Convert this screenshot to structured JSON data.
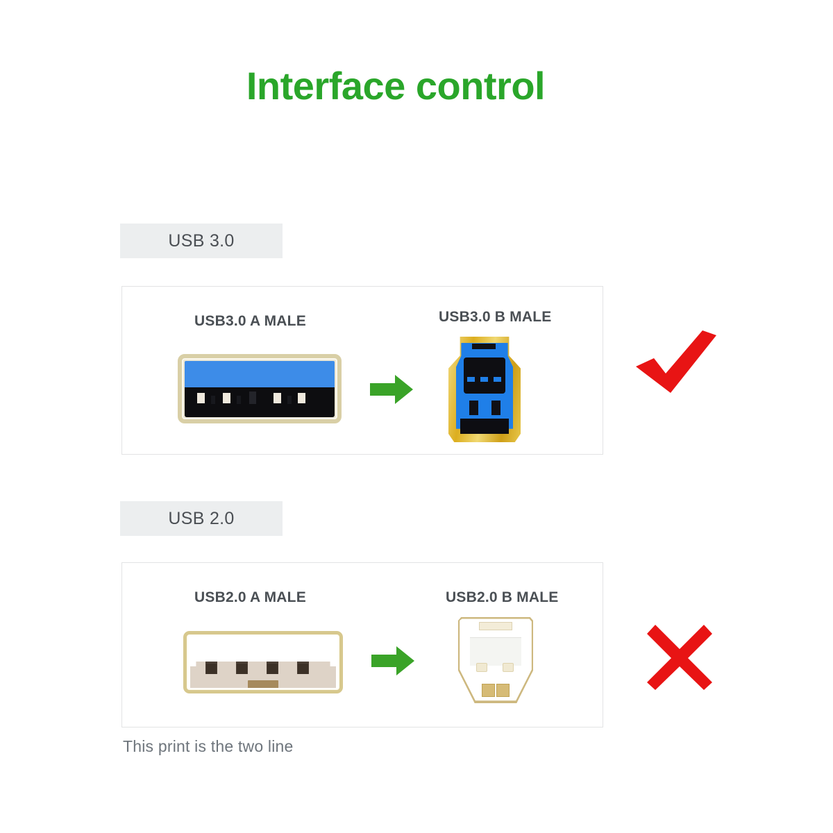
{
  "page": {
    "title": "Interface control",
    "title_color": "#2aa62a",
    "background": "#ffffff",
    "footnote": "This print is the two line"
  },
  "sections": [
    {
      "badge": "USB 3.0",
      "badge_bg": "#eceeef",
      "left_connector": {
        "label": "USB3.0 A MALE",
        "icon": "usb3-a-male-connector",
        "shell_color": "#d9cfa6",
        "accent_color": "#3d8ce8",
        "contact_color": "#0d0d10",
        "pin_count": 5
      },
      "arrow": {
        "icon": "arrow-right-icon",
        "color": "#3aa328",
        "direction": "right"
      },
      "right_connector": {
        "label": "USB3.0 B MALE",
        "icon": "usb3-b-male-connector",
        "shell_color": "#e0b526",
        "accent_color": "#1f7fe8",
        "contact_color": "#0e0e12"
      },
      "verdict": {
        "icon": "check-mark-icon",
        "color": "#e81414",
        "meaning": "compatible"
      }
    },
    {
      "badge": "USB 2.0",
      "badge_bg": "#eceeef",
      "left_connector": {
        "label": "USB2.0 A MALE",
        "icon": "usb2-a-male-connector",
        "shell_color": "#d7c88d",
        "accent_color": "#ded3c7",
        "contact_color": "#4c4036",
        "pin_count": 4
      },
      "arrow": {
        "icon": "arrow-right-icon",
        "color": "#3aa328",
        "direction": "right"
      },
      "right_connector": {
        "label": "USB2.0 B MALE",
        "icon": "usb2-b-male-connector",
        "shell_color": "#cdb87f",
        "accent_color": "#ffffff",
        "contact_color": "#d6bb76"
      },
      "verdict": {
        "icon": "cross-mark-icon",
        "color": "#e81414",
        "meaning": "not-compatible"
      }
    }
  ]
}
